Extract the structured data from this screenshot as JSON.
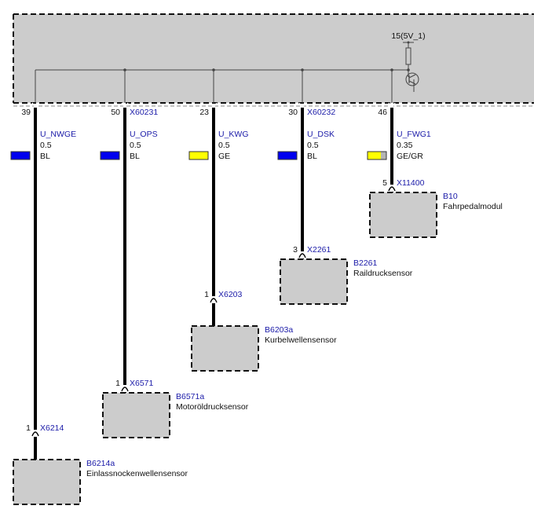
{
  "control_unit": {
    "supply_label": "15(5V_1)"
  },
  "wires": [
    {
      "pin": "39",
      "connector": "",
      "signal": "U_NWGE",
      "cross_section": "0.5",
      "color_code": "BL",
      "swatch": [
        "#0000ee"
      ]
    },
    {
      "pin": "50",
      "connector": "X60231",
      "signal": "U_OPS",
      "cross_section": "0.5",
      "color_code": "BL",
      "swatch": [
        "#0000ee"
      ]
    },
    {
      "pin": "23",
      "connector": "",
      "signal": "U_KWG",
      "cross_section": "0.5",
      "color_code": "GE",
      "swatch": [
        "#ffff00"
      ]
    },
    {
      "pin": "30",
      "connector": "X60232",
      "signal": "U_DSK",
      "cross_section": "0.5",
      "color_code": "BL",
      "swatch": [
        "#0000ee"
      ]
    },
    {
      "pin": "46",
      "connector": "",
      "signal": "U_FWG1",
      "cross_section": "0.35",
      "color_code": "GE/GR",
      "swatch": [
        "#ffff00",
        "#b4b4b4"
      ]
    }
  ],
  "components": [
    {
      "pin": "1",
      "connector": "X6214",
      "id": "B6214a",
      "name": "Einlassnockenwellensensor"
    },
    {
      "pin": "1",
      "connector": "X6571",
      "id": "B6571a",
      "name": "Motoröldrucksensor"
    },
    {
      "pin": "1",
      "connector": "X6203",
      "id": "B6203a",
      "name": "Kurbelwellensensor"
    },
    {
      "pin": "3",
      "connector": "X2261",
      "id": "B2261",
      "name": "Raildrucksensor"
    },
    {
      "pin": "5",
      "connector": "X11400",
      "id": "B10",
      "name": "Fahrpedalmodul"
    }
  ],
  "colors": {
    "box_fill": "#cccccc",
    "wire": "#000000",
    "label_blue": "#1a1aa8"
  }
}
